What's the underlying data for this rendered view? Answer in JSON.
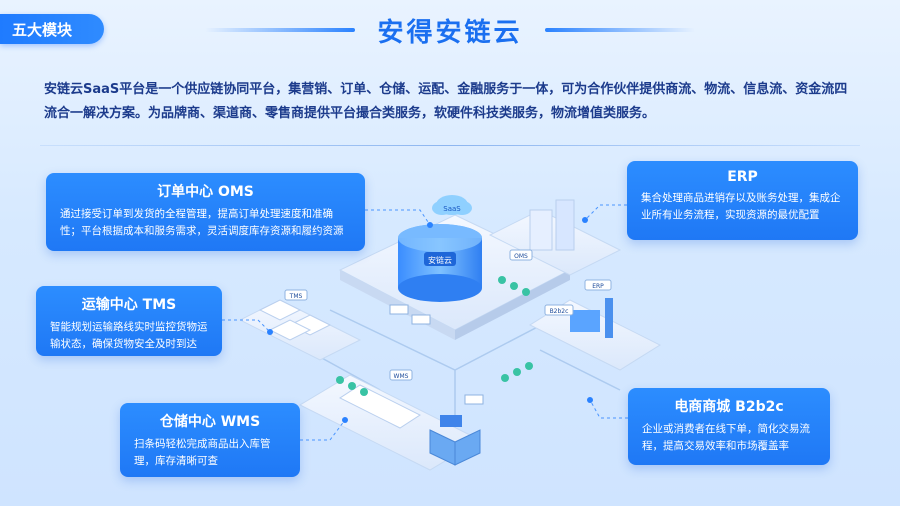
{
  "badge": "五大模块",
  "title": "安得安链云",
  "intro": "安链云SaaS平台是一个供应链协同平台，集营销、订单、仓储、运配、金融服务于一体，可为合作伙伴提供商流、物流、信息流、资金流四流合一解决方案。为品牌商、渠道商、零售商提供平台撮合类服务，软硬件科技类服务，物流增值类服务。",
  "modules": [
    {
      "title": "订单中心 OMS",
      "desc": "通过接受订单到发货的全程管理，提高订单处理速度和准确性；平台根据成本和服务需求，灵活调度库存资源和履约资源"
    },
    {
      "title": "运输中心 TMS",
      "desc": "智能规划运输路线实时监控货物运输状态，确保货物安全及时到达"
    },
    {
      "title": "仓储中心 WMS",
      "desc": "扫条码轻松完成商品出入库管理，库存清晰可查"
    },
    {
      "title": "ERP",
      "desc": "集合处理商品进销存以及账务处理，集成企业所有业务流程，实现资源的最优配置"
    },
    {
      "title": "电商商城 B2b2c",
      "desc": "企业或消费者在线下单，简化交易流程，提高交易效率和市场覆盖率"
    }
  ],
  "scene": {
    "center_label": "安链云",
    "cloud_label": "SaaS",
    "sign_labels": [
      "ERP",
      "B2b2c",
      "TMS",
      "WMS",
      "OMS"
    ]
  }
}
